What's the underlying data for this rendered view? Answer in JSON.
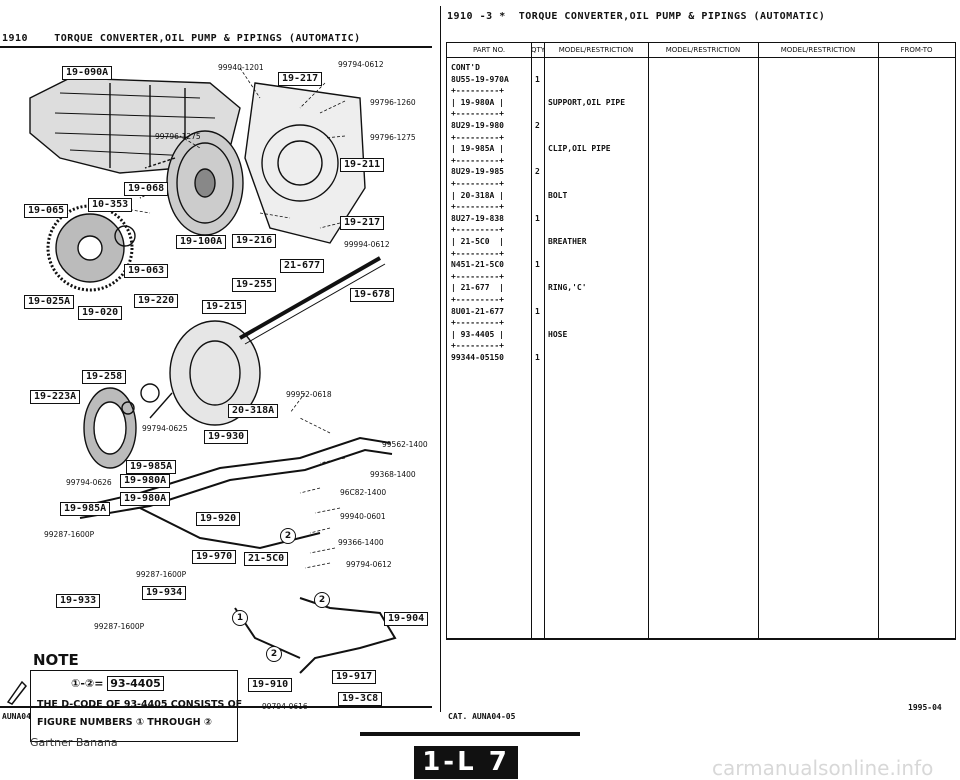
{
  "left_header": {
    "code": "1910",
    "title": "TORQUE CONVERTER,OIL PUMP & PIPINGS (AUTOMATIC)"
  },
  "right_header": {
    "code": "1910",
    "sheet": "-3",
    "title": "TORQUE CONVERTER,OIL PUMP & PIPINGS (AUTOMATIC)"
  },
  "diagram_labels": [
    "19-090A",
    "19-217",
    "19-211",
    "19-068",
    "10-353",
    "19-065",
    "19-217",
    "19-100A",
    "19-216",
    "19-063",
    "21-677",
    "19-255",
    "19-678",
    "19-025A",
    "19-220",
    "19-215",
    "19-020",
    "19-258",
    "19-223A",
    "20-318A",
    "19-930",
    "19-985A",
    "19-980A",
    "19-980A",
    "19-985A",
    "19-920",
    "19-970",
    "21-5C0",
    "19-933",
    "19-934",
    "19-904",
    "19-917",
    "19-910",
    "19-3C8"
  ],
  "diagram_numbers": [
    "99940-1201",
    "99794-0612",
    "99796-1260",
    "99796-1275",
    "99796-1275",
    "99994-0612",
    "99952-0618",
    "99794-0625",
    "99562-1400",
    "99368-1400",
    "99794-0626",
    "96C82-1400",
    "99940-0601",
    "99287-1600P",
    "99366-1400",
    "99794-0612",
    "99287-1600P",
    "99287-1600P",
    "99794-0616"
  ],
  "markers": [
    "1",
    "2"
  ],
  "note": {
    "title": "NOTE",
    "line0_a": "①-②=",
    "line0_b": "93-4405",
    "line1": "THE D-CODE OF 93-4405 CONSISTS OF",
    "line2": "FIGURE NUMBERS ① THROUGH ②"
  },
  "left_footer": "AUNA04",
  "table": {
    "columns": [
      "PART NO.",
      "QTY",
      "MODEL/RESTRICTION",
      "MODEL/RESTRICTION",
      "MODEL/RESTRICTION",
      "FROM-TO"
    ],
    "rows": [
      {
        "part": "CONT'D",
        "qty": "",
        "desc": ""
      },
      {
        "part": "8U55-19-970A",
        "qty": "1",
        "desc": ""
      },
      {
        "part": "+---------+",
        "qty": "",
        "desc": ""
      },
      {
        "part": "| 19-980A |",
        "qty": "",
        "desc": "SUPPORT,OIL PIPE"
      },
      {
        "part": "+---------+",
        "qty": "",
        "desc": ""
      },
      {
        "part": "8U29-19-980",
        "qty": "2",
        "desc": ""
      },
      {
        "part": "+---------+",
        "qty": "",
        "desc": ""
      },
      {
        "part": "| 19-985A |",
        "qty": "",
        "desc": "CLIP,OIL PIPE"
      },
      {
        "part": "+---------+",
        "qty": "",
        "desc": ""
      },
      {
        "part": "8U29-19-985",
        "qty": "2",
        "desc": ""
      },
      {
        "part": "+---------+",
        "qty": "",
        "desc": ""
      },
      {
        "part": "| 20-318A |",
        "qty": "",
        "desc": "BOLT"
      },
      {
        "part": "+---------+",
        "qty": "",
        "desc": ""
      },
      {
        "part": "8U27-19-838",
        "qty": "1",
        "desc": ""
      },
      {
        "part": "+---------+",
        "qty": "",
        "desc": ""
      },
      {
        "part": "| 21-5C0  |",
        "qty": "",
        "desc": "BREATHER"
      },
      {
        "part": "+---------+",
        "qty": "",
        "desc": ""
      },
      {
        "part": "N451-21-5C0",
        "qty": "1",
        "desc": ""
      },
      {
        "part": "+---------+",
        "qty": "",
        "desc": ""
      },
      {
        "part": "| 21-677  |",
        "qty": "",
        "desc": "RING,'C'"
      },
      {
        "part": "+---------+",
        "qty": "",
        "desc": ""
      },
      {
        "part": "8U01-21-677",
        "qty": "1",
        "desc": ""
      },
      {
        "part": "+---------+",
        "qty": "",
        "desc": ""
      },
      {
        "part": "| 93-4405 |",
        "qty": "",
        "desc": "HOSE"
      },
      {
        "part": "+---------+",
        "qty": "",
        "desc": ""
      },
      {
        "part": "99344-05150",
        "qty": "1",
        "desc": ""
      }
    ]
  },
  "right_footer": {
    "cat": "CAT. AUNA04-05",
    "date": "1995-04"
  },
  "page_tab": "1-L 7",
  "watermark_left": "Gartner Banana",
  "watermark_right": "carmanualsonline.info"
}
